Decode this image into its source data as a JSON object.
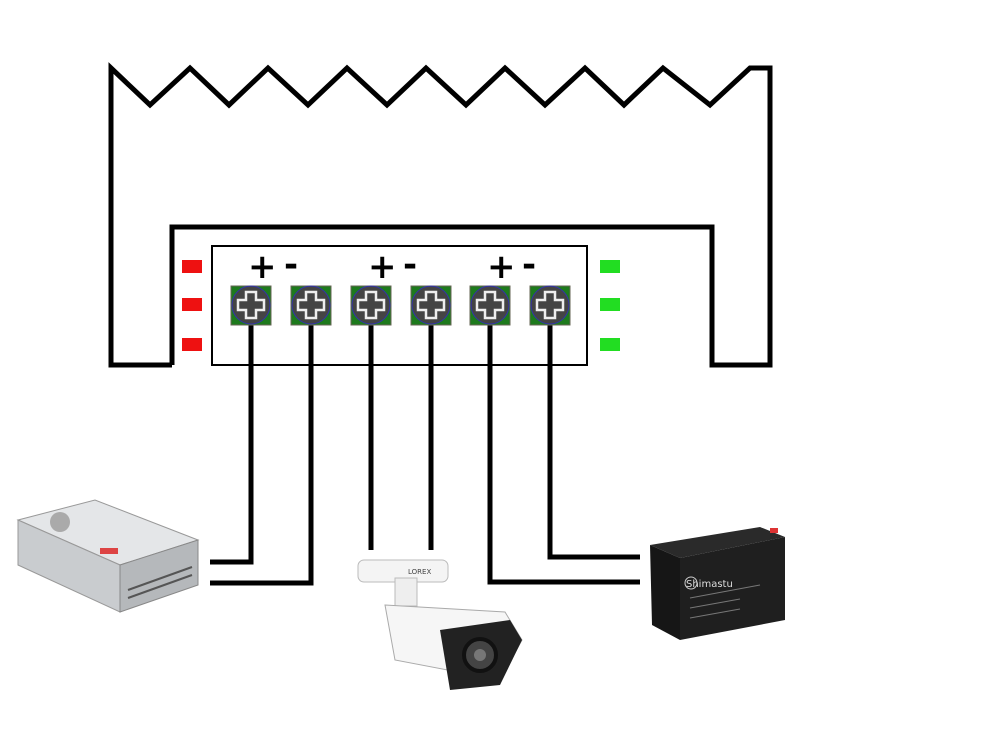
{
  "diagram": {
    "terminal_labels": [
      "+",
      "-",
      "+",
      "-",
      "+",
      "-"
    ],
    "led_colors": {
      "left": "#ee1111",
      "right": "#22dd22"
    },
    "screw_color": "#1d7a1d",
    "devices": {
      "power_supply": "power-supply",
      "camera": {
        "logo": "LOREX"
      },
      "battery": {
        "brand": "Shimastu"
      }
    }
  }
}
